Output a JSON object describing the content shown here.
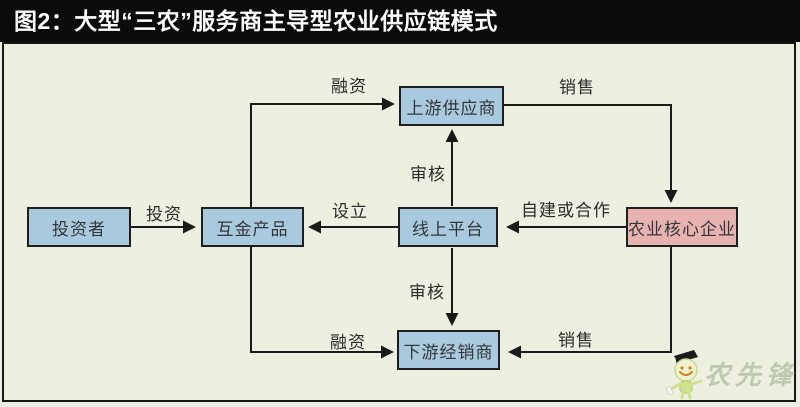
{
  "title": "图2：大型“三农”服务商主导型农业供应链模式",
  "diagram": {
    "nodes": {
      "investor": "投资者",
      "mutual_finance_product": "互金产品",
      "upstream_supplier": "上游供应商",
      "online_platform": "线上平台",
      "agri_core_enterprise": "农业核心企业",
      "downstream_distributor": "下游经销商"
    },
    "edge_labels": {
      "invest": "投资",
      "finance_top": "融资",
      "finance_bottom": "融资",
      "establish": "设立",
      "review_top": "审核",
      "review_bottom": "审核",
      "self_build_or_cooperate": "自建或合作",
      "sales_top": "销售",
      "sales_bottom": "销售"
    }
  },
  "watermark": {
    "brand": "农先锋"
  },
  "colors": {
    "title_bg": "#0b0b0b",
    "title_text": "#ffffff",
    "panel_bg": "#edf0e1",
    "node_blue": "#a9cade",
    "node_pink": "#e8b2b1",
    "line": "#1a1a1a",
    "watermark": "#bdc9b0"
  }
}
